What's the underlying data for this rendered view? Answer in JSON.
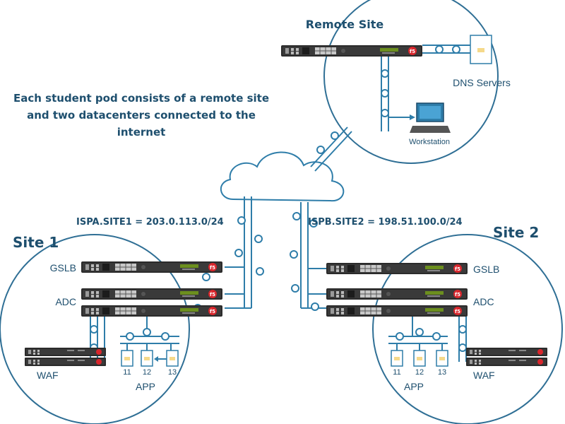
{
  "title": "Remote Site",
  "description": [
    "Each student pod consists of a remote site",
    "and two datacenters connected to the",
    "internet"
  ],
  "remote_site": {
    "dns_label": "DNS Servers",
    "workstation_label": "Workstation"
  },
  "isp_a": "ISPA.SITE1 = 203.0.113.0/24",
  "isp_b": "ISPB.SITE2 = 198.51.100.0/24",
  "site1": {
    "name": "Site 1",
    "gslb_label": "GSLB",
    "adc_label": "ADC",
    "waf_label": "WAF",
    "app_label": "APP",
    "servers": [
      "11",
      "12",
      "13"
    ]
  },
  "site2": {
    "name": "Site 2",
    "gslb_label": "GSLB",
    "adc_label": "ADC",
    "waf_label": "WAF",
    "app_label": "APP",
    "servers": [
      "11",
      "12",
      "13"
    ]
  },
  "colors": {
    "line": "#2e7da9",
    "circle": "#2f6f95",
    "text": "#1e4f6e",
    "device": "#2b2b2b",
    "server_fill": "#f5d98a"
  }
}
